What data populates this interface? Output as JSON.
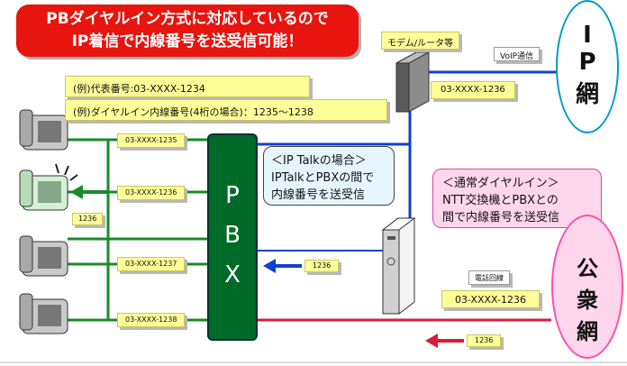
{
  "title": {
    "line1": "PBダイヤルイン方式に対応しているので",
    "line2": "IP着信で内線番号を送受信可能！"
  },
  "modem_label": "モデム/ルータ等",
  "voip_label": "VoIP通信",
  "ip_number": "03-XXXX-1236",
  "example_rep": "(例)代表番号:03-XXXX-1234",
  "example_dial": "(例)ダイヤルイン内線番号(4桁の場合)：1235～1238",
  "phone_numbers": [
    "03-XXXX-1235",
    "03-XXXX-1236",
    "03-XXXX-1237",
    "03-XXXX-1238"
  ],
  "ext_tag": "1236",
  "pbx_letters": [
    "P",
    "B",
    "X"
  ],
  "iptalk": {
    "title": "＜IP Talkの場合＞",
    "line1": "IPTalkとPBXの間で",
    "line2": "内線番号を送受信"
  },
  "normal": {
    "title": "＜通常ダイヤルイン＞",
    "line1": "NTT交換機とPBXとの",
    "line2": "間で内線番号を送受信"
  },
  "ip_net": [
    "I",
    "P",
    "網"
  ],
  "pub_net": [
    "公",
    "衆",
    "網"
  ],
  "phone_line_label": "電話回線",
  "phone_line_number": "03-XXXX-1236",
  "arrow_tag_blue": "1236",
  "arrow_tag_red": "1236",
  "colors": {
    "title_bg": "#e8140e",
    "pbx": "#006a28",
    "ip_line": "#1040d0",
    "pstn_line": "#d81b3a",
    "ext_line": "#1a8a2a"
  }
}
